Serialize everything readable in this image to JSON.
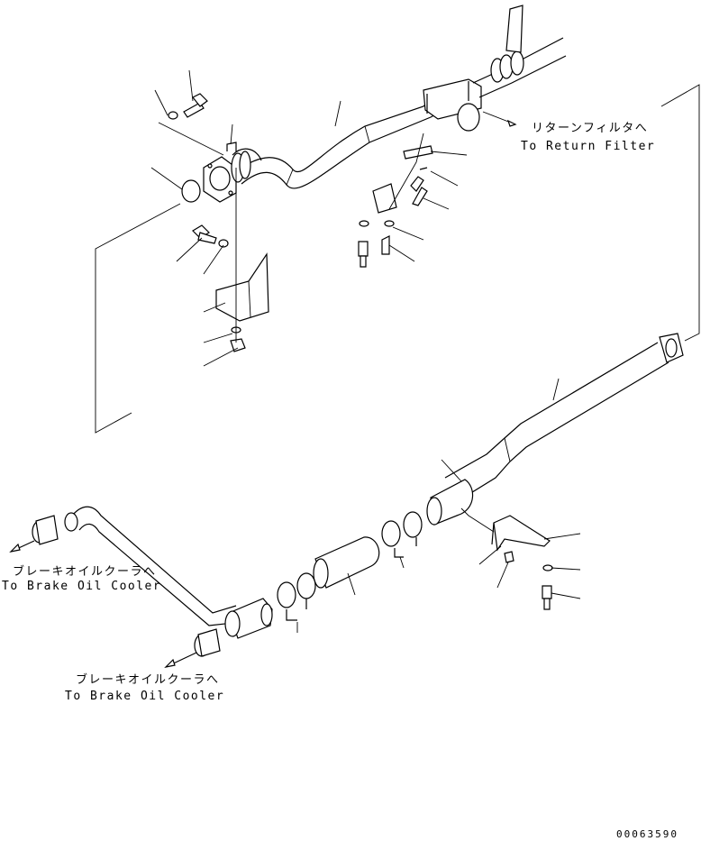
{
  "labels": {
    "return_filter_jp": "リターンフィルタへ",
    "return_filter_en": "To Return Filter",
    "brake_cooler_1_jp": "ブレーキオイルクーラへ",
    "brake_cooler_1_en": "To Brake Oil Cooler",
    "brake_cooler_2_jp": "ブレーキオイルクーラへ",
    "brake_cooler_2_en": "To Brake Oil Cooler",
    "figure_number": "00063590"
  }
}
